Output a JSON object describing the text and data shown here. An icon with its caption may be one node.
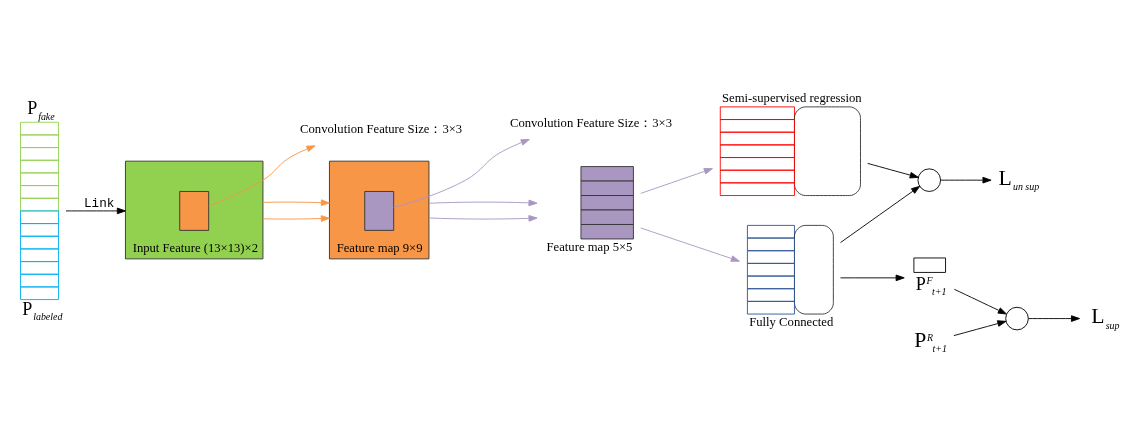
{
  "diagram": {
    "nodes": [
      {
        "text": [],
        "shape": "bar",
        "beside": [
          "P$_{fake}$",
          "P$_{labeled}$"
        ]
      },
      {
        "text": [
          "Input Feature (13×13)×2"
        ]
      },
      {
        "text": [],
        "shape": "box",
        "in": 1
      },
      {
        "text": [
          "Convolution Feature Size：3×3"
        ]
      },
      {
        "text": [
          "Feature map 9×9"
        ]
      },
      {
        "text": [],
        "shape": "box",
        "in": 4
      },
      {
        "text": [
          "Convolution Feature Size：3×3"
        ]
      },
      {
        "text": [
          "Feature map 5×5"
        ]
      },
      {
        "text": [
          "Semi-supervised regression"
        ]
      },
      {
        "text": [
          "Fully Connected"
        ]
      },
      {
        "text": [],
        "shape": "circle"
      },
      {
        "text": [
          "L$_{un sup}$"
        ]
      },
      {
        "text": [],
        "shape": "box",
        "beside": [
          "P$^{F}$$_{t+1}$"
        ]
      },
      {
        "text": [],
        "shape": "circle"
      },
      {
        "text": [
          "L$_{sup}$"
        ]
      },
      {
        "text": [
          "P$^{R}$$_{t+1}$"
        ]
      }
    ],
    "edges": [
      {
        "from": 0,
        "to": 1,
        "arrow": "to",
        "label": "Link"
      },
      {
        "from": 2,
        "to": 3,
        "arrow": "to",
        "color": "#f79646"
      },
      {
        "from": 1,
        "to": 4,
        "arrow": "to",
        "color": "#f79646"
      },
      {
        "from": 1,
        "to": 4,
        "arrow": "to",
        "color": "#f79646"
      },
      {
        "from": 5,
        "to": 6,
        "arrow": "to",
        "color": "#a997c1"
      },
      {
        "from": 4,
        "to": 7,
        "arrow": "to",
        "color": "#a997c1"
      },
      {
        "from": 4,
        "to": 7,
        "arrow": "to",
        "color": "#a997c1"
      },
      {
        "from": 7,
        "to": 8,
        "arrow": "to",
        "color": "#a997c1"
      },
      {
        "from": 7,
        "to": 9,
        "arrow": "to",
        "color": "#a997c1"
      },
      {
        "from": 8,
        "to": 10,
        "arrow": "to"
      },
      {
        "from": 9,
        "to": 10,
        "arrow": "to"
      },
      {
        "from": 10,
        "to": 11,
        "arrow": "to"
      },
      {
        "from": 9,
        "to": 12,
        "arrow": "to"
      },
      {
        "from": 12,
        "to": 13,
        "arrow": "to"
      },
      {
        "from": 13,
        "to": 14,
        "arrow": "to"
      },
      {
        "from": 15,
        "to": 13,
        "arrow": "to"
      }
    ]
  }
}
